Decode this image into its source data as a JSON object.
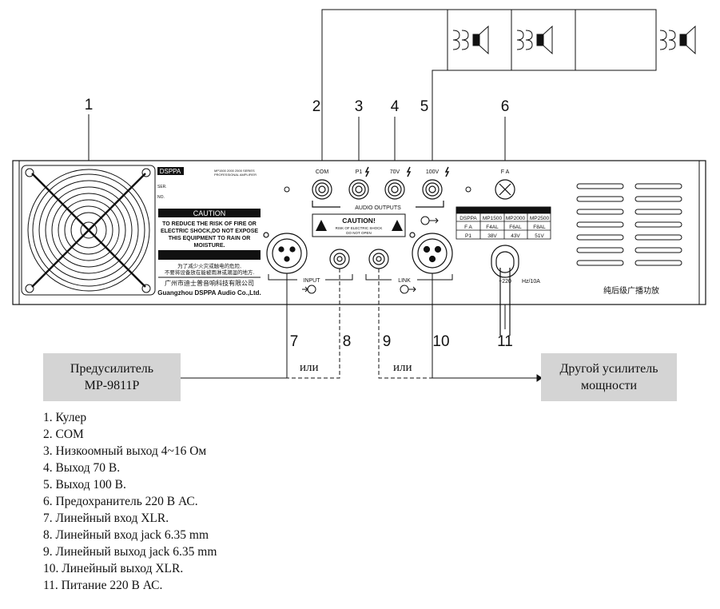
{
  "callouts": [
    "1",
    "2",
    "3",
    "4",
    "5",
    "6",
    "7",
    "8",
    "9",
    "10",
    "11"
  ],
  "preamp_box": {
    "line1": "Предусилитель",
    "line2": "MP-9811P"
  },
  "other_amp_box": {
    "line1": "Другой усилитель",
    "line2": "мощности"
  },
  "or_left": "или",
  "or_right": "или",
  "panel": {
    "brand": "DSPPA",
    "series_line1": "MP1500 2000 2500 SERIES",
    "series_line2": "PROFESSIONAL AMPLIFIER",
    "ser_label": "SER.",
    "no_label": "NO.",
    "caution_title": "CAUTION",
    "caution_line1": "TO REDUCE THE RISK OF FIRE OR",
    "caution_line2": "ELECTRIC SHOCK,DO NOT EXPOSE",
    "caution_line3": "THIS EQUIPMENT TO RAIN OR",
    "caution_line4": "MOISTURE.",
    "warning_cn_line1": "为了减少火灾或触电的危险,",
    "warning_cn_line2": "不要将设备放在能被雨淋或潮湿的地方.",
    "maker_cn": "广州市迪士普音响科技有限公司",
    "maker_en": "Guangzhou DSPPA Audio Co.,Ltd.",
    "com_label": "COM",
    "p1_label": "P1",
    "v70_label": "70V",
    "v100_label": "100V",
    "fa_label": "F A",
    "audio_outputs_label": "AUDIO OUTPUTS",
    "shock_title": "CAUTION!",
    "shock_line1": "RISK OF ELECTRIC SHOCK",
    "shock_line2": "DO NOT OPEN",
    "input_label": "INPUT",
    "link_label": "LINK",
    "power_label": "~220",
    "power_label2": "Hz/10A",
    "amp_cn": "纯后级广播功放",
    "fuse_table": {
      "header": [
        "DSPPA",
        "MP1500",
        "MP2000",
        "MP2500"
      ],
      "rows": [
        [
          "F A",
          "F4AL",
          "F6AL",
          "F8AL"
        ],
        [
          "P1",
          "38V",
          "43V",
          "51V"
        ]
      ]
    }
  },
  "legend": [
    "1. Кулер",
    "2. COM",
    "3. Низкоомный выход 4~16 Ом",
    "4. Выход 70 В.",
    "5. Выход 100 В.",
    "6. Предохранитель 220 В АС.",
    "7. Линейный вход XLR.",
    "8. Линейный вход jack 6.35 mm",
    "9. Линейный выход jack 6.35 mm",
    "10. Линейный выход XLR.",
    "11. Питание 220 В АС."
  ]
}
